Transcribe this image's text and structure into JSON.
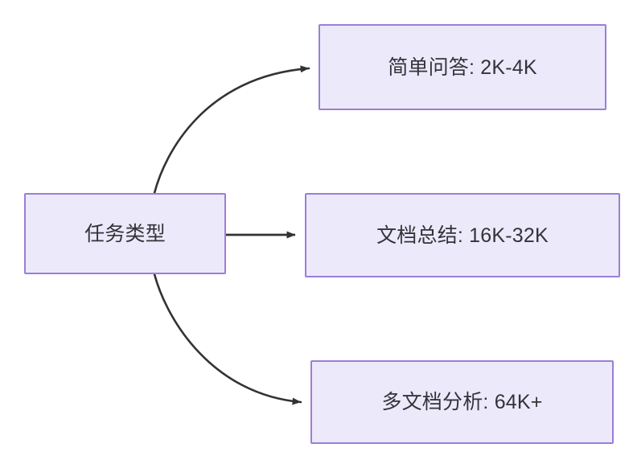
{
  "diagram": {
    "type": "flowchart",
    "direction": "left-to-right",
    "background_color": "#ffffff",
    "node_fill_color": "#ece9fb",
    "node_border_color": "#9a7fd6",
    "node_text_color": "#333338",
    "edge_color": "#333333",
    "nodes": {
      "source": {
        "label": "任务类型"
      },
      "qa": {
        "label": "简单问答: 2K-4K"
      },
      "summary": {
        "label": "文档总结: 16K-32K"
      },
      "multidoc": {
        "label": "多文档分析: 64K+"
      }
    },
    "edges": [
      {
        "from": "任务类型",
        "to": "简单问答: 2K-4K",
        "style": "curved",
        "label": ""
      },
      {
        "from": "任务类型",
        "to": "文档总结: 16K-32K",
        "style": "straight",
        "label": ""
      },
      {
        "from": "任务类型",
        "to": "多文档分析: 64K+",
        "style": "curved",
        "label": ""
      }
    ]
  }
}
